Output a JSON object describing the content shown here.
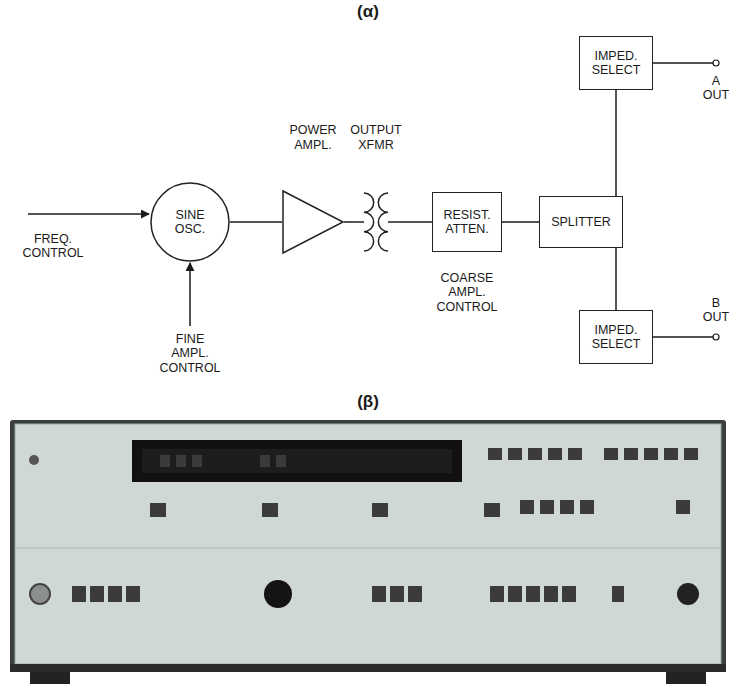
{
  "diagram": {
    "nodes": [
      {
        "text": [
          "SINE OSC."
        ]
      },
      {
        "text": [
          "POWER AMPL."
        ]
      },
      {
        "text": [
          "OUTPUT XFMR"
        ]
      },
      {
        "text": [
          "RESIST. ATTEN.",
          "COARSE AMPL. CONTROL"
        ]
      },
      {
        "text": [
          "IMPED. SELECT"
        ]
      },
      {
        "text": [
          "SPLITTER"
        ]
      },
      {
        "text": [
          "IMPED. SELECT"
        ]
      }
    ],
    "edges": [
      {
        "from": 0,
        "to": 1,
        "arrow": "none"
      },
      {
        "from": 1,
        "to": 2,
        "arrow": "none"
      },
      {
        "from": 2,
        "to": 3,
        "arrow": "none"
      },
      {
        "from": 3,
        "to": 5,
        "arrow": "none"
      },
      {
        "from": 5,
        "to": 4,
        "arrow": "none"
      },
      {
        "from": 5,
        "to": 6,
        "arrow": "none"
      }
    ],
    "labels": [
      "(α)",
      "FREQ. CONTROL",
      "FINE AMPL. CONTROL",
      "A OUT",
      "B OUT",
      "(β)"
    ]
  }
}
